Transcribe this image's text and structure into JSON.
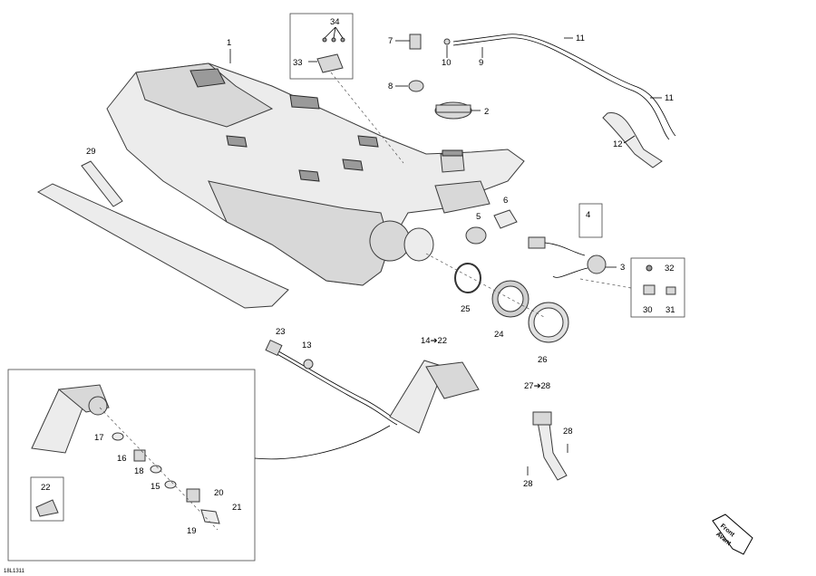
{
  "diagram_id": "18L1311",
  "front_badge": {
    "line1": "Front",
    "line2": "Avant"
  },
  "callouts": {
    "c1": "1",
    "c2": "2",
    "c3": "3",
    "c4": "4",
    "c5": "5",
    "c6": "6",
    "c7": "7",
    "c8": "8",
    "c9": "9",
    "c10": "10",
    "c11a": "11",
    "c11b": "11",
    "c12": "12",
    "c13": "13",
    "c14": "14➔22",
    "c15": "15",
    "c16": "16",
    "c17": "17",
    "c18": "18",
    "c19": "19",
    "c20": "20",
    "c21": "21",
    "c22": "22",
    "c23": "23",
    "c24": "24",
    "c25": "25",
    "c26": "26",
    "c27": "27➔28",
    "c28a": "28",
    "c28b": "28",
    "c29": "29",
    "c30": "30",
    "c31": "31",
    "c32": "32",
    "c33": "33",
    "c34": "34"
  }
}
